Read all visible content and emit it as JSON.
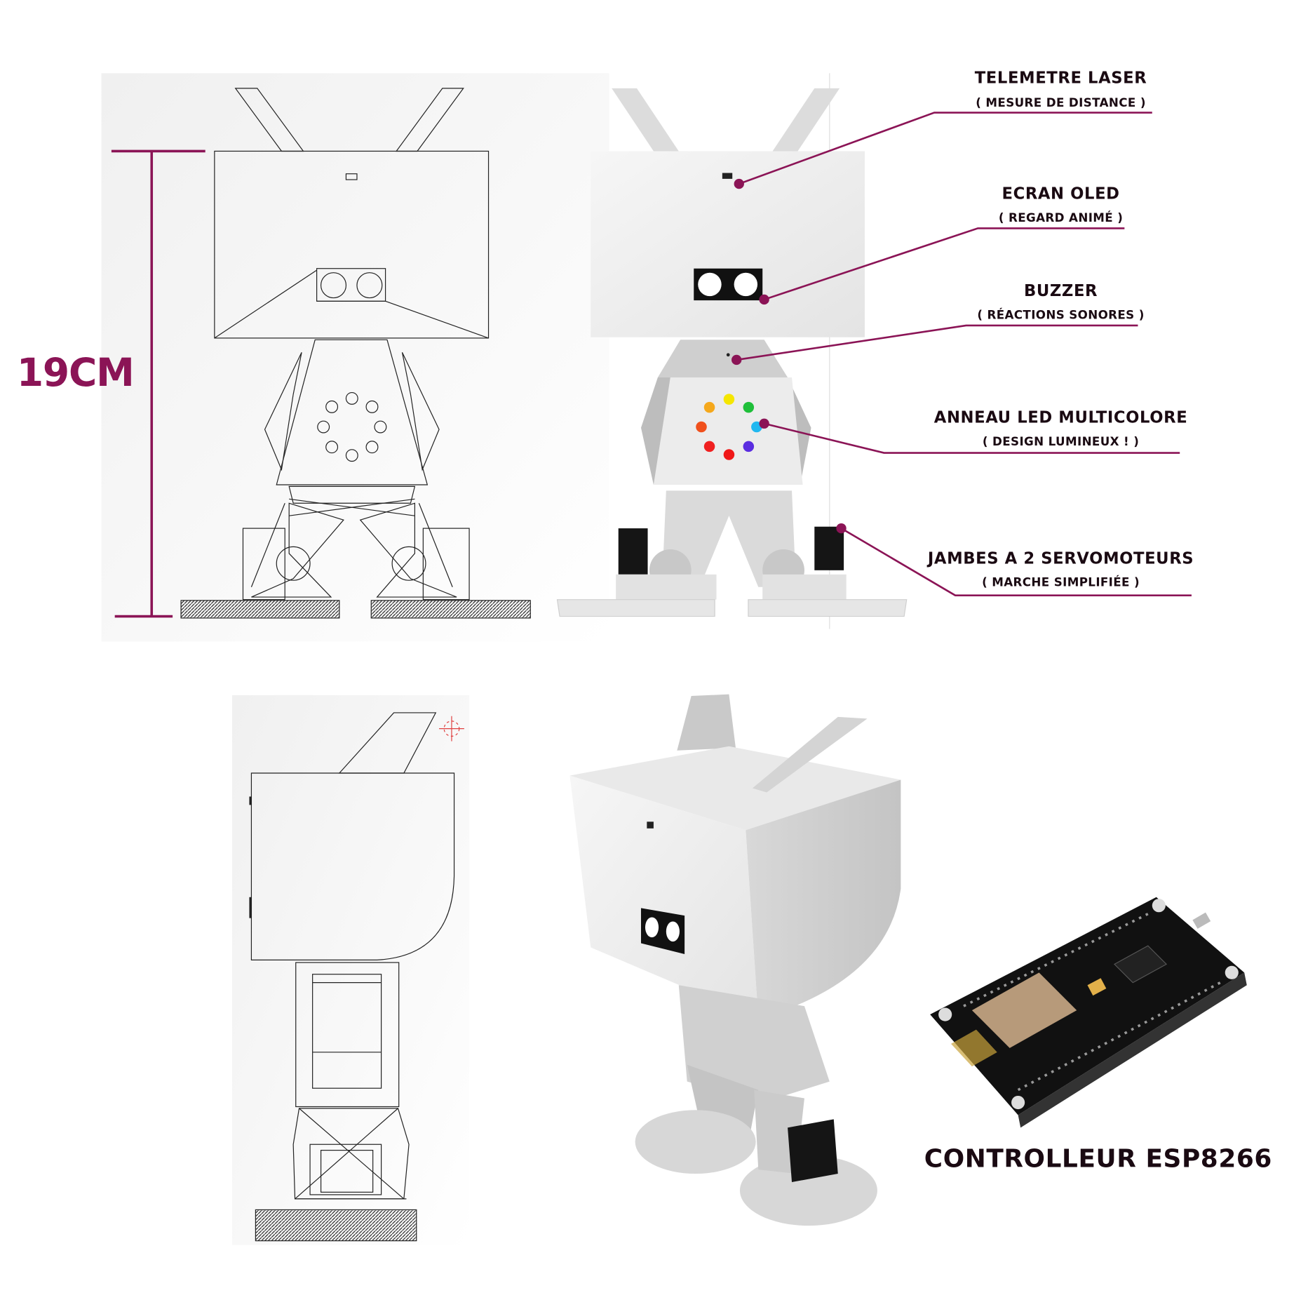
{
  "dimension": {
    "label": "19CM"
  },
  "colors": {
    "accent": "#8b1456",
    "text": "#1a0a12"
  },
  "callouts": [
    {
      "title": "TELEMETRE LASER",
      "subtitle": "( MESURE DE DISTANCE )"
    },
    {
      "title": "ECRAN OLED",
      "subtitle": "( REGARD ANIMÉ )"
    },
    {
      "title": "BUZZER",
      "subtitle": "( RÉACTIONS SONORES )"
    },
    {
      "title": "ANNEAU LED MULTICOLORE",
      "subtitle": "( DESIGN LUMINEUX ! )"
    },
    {
      "title": "JAMBES A 2 SERVOMOTEURS",
      "subtitle": "( MARCHE SIMPLIFIÉE )"
    }
  ],
  "controller": {
    "label": "CONTROLLEUR ESP8266"
  },
  "led_ring_colors": [
    "#f5e600",
    "#1fbf3a",
    "#22b8f0",
    "#5a2de0",
    "#f01818",
    "#f02020",
    "#f0501c",
    "#f5a81c"
  ]
}
